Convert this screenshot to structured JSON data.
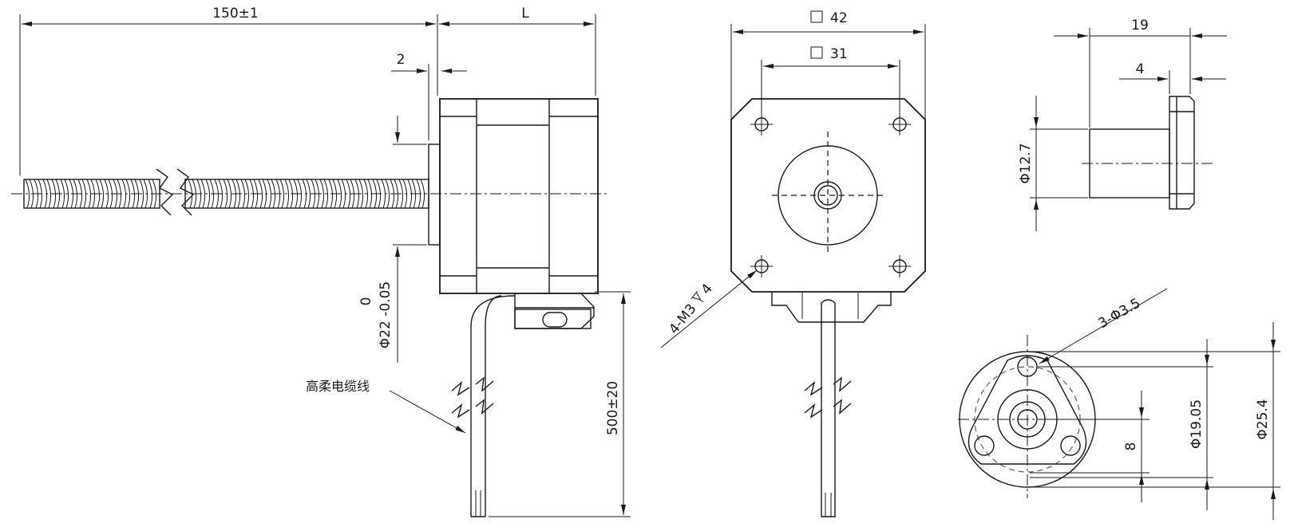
{
  "dimensions": {
    "screw_length": "150±1",
    "motor_length": "L",
    "boss_height": "2",
    "boss_tol_upper": "0",
    "boss_diameter": "Φ22 -0.05",
    "cable_length": "500±20",
    "frame_size": "42",
    "hole_pitch": "31",
    "mount_thread": "4-M3",
    "thread_depth": "4",
    "nut_length": "19",
    "flange_thickness": "4",
    "nut_diameter": "Φ12.7",
    "flange_holes": "3-Φ3.5",
    "offset": "8",
    "hole_circle": "Φ19.05",
    "flange_diameter": "Φ25.4"
  },
  "labels": {
    "cable": "高柔电缆线"
  }
}
